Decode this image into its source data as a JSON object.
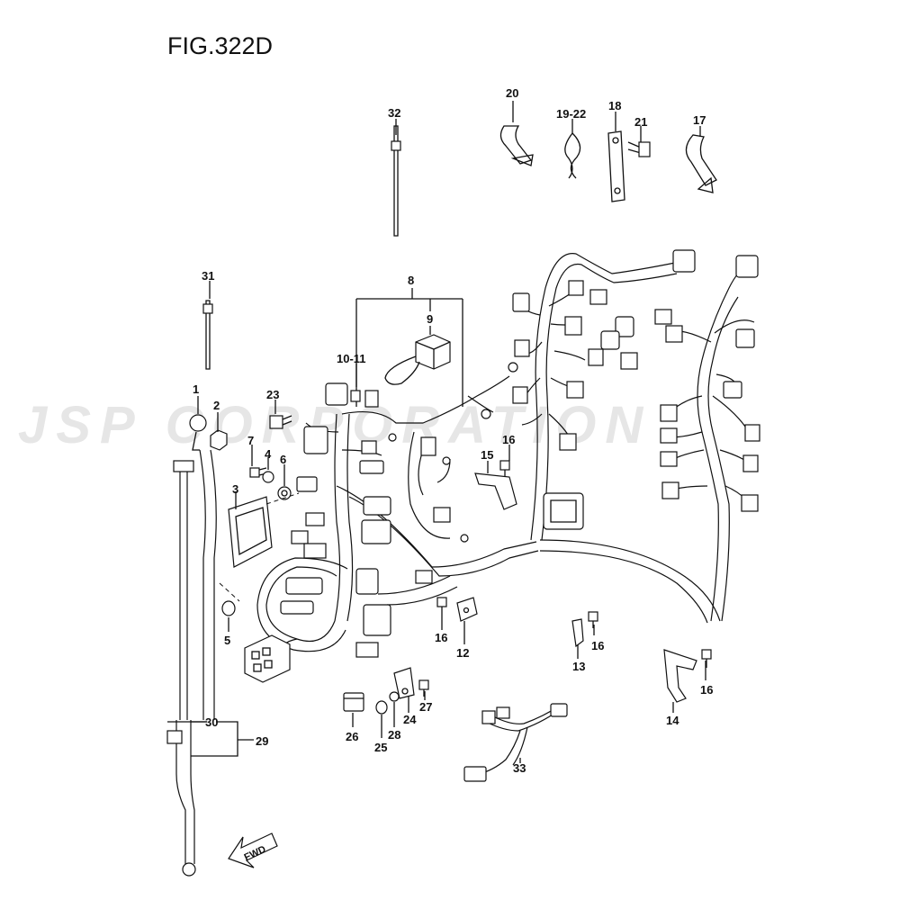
{
  "figure": {
    "title": "FIG.322D"
  },
  "watermark": {
    "text": "JSP CORPORATION"
  },
  "fwd_arrow": {
    "label": "FWD"
  },
  "callouts": {
    "c1": "1",
    "c2": "2",
    "c3": "3",
    "c4": "4",
    "c5": "5",
    "c6": "6",
    "c7": "7",
    "c8": "8",
    "c9": "9",
    "c10_11": "10-11",
    "c12": "12",
    "c13": "13",
    "c14": "14",
    "c15": "15",
    "c16a": "16",
    "c16b": "16",
    "c16c": "16",
    "c16d": "16",
    "c17": "17",
    "c18": "18",
    "c19_22": "19-22",
    "c20": "20",
    "c21": "21",
    "c23": "23",
    "c24": "24",
    "c25": "25",
    "c26": "26",
    "c27": "27",
    "c28": "28",
    "c29": "29",
    "c30": "30",
    "c31": "31",
    "c32": "32",
    "c33": "33"
  }
}
